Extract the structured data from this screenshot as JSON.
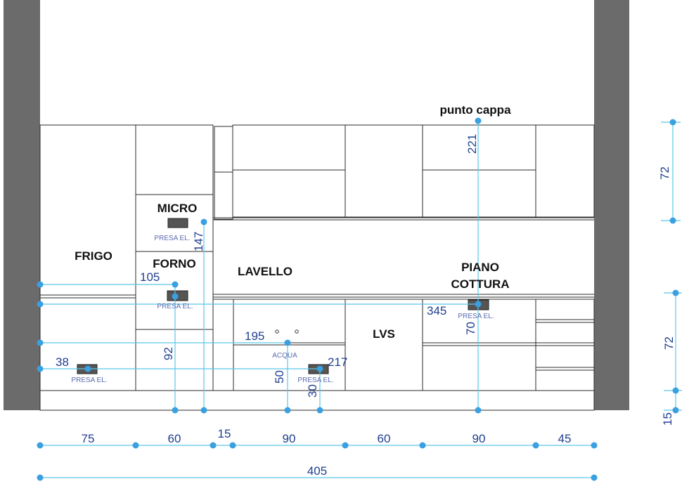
{
  "labels": {
    "frigo": "FRIGO",
    "micro": "MICRO",
    "forno": "FORNO",
    "lavello": "LAVELLO",
    "piano_line1": "PIANO",
    "piano_line2": "COTTURA",
    "lvs": "LVS",
    "punto_cappa": "punto cappa"
  },
  "notes": {
    "presa": "PRESA EL.",
    "acqua": "ACQUA"
  },
  "widths": [
    "75",
    "60",
    "15",
    "90",
    "60",
    "90",
    "45"
  ],
  "total_width": "405",
  "heights_right": [
    "72",
    "72",
    "15"
  ],
  "points": {
    "h105": "105",
    "h147": "147",
    "h92": "92",
    "h38": "38",
    "h195": "195",
    "h50": "50",
    "h217": "217",
    "h30": "30",
    "h345": "345",
    "h70": "70",
    "h221": "221"
  },
  "colors": {
    "wall": "#6b6b6b",
    "dimension_line": "#5bc8e8",
    "dimension_text": "#1f3f8f",
    "note_text": "#5a6bb0"
  }
}
